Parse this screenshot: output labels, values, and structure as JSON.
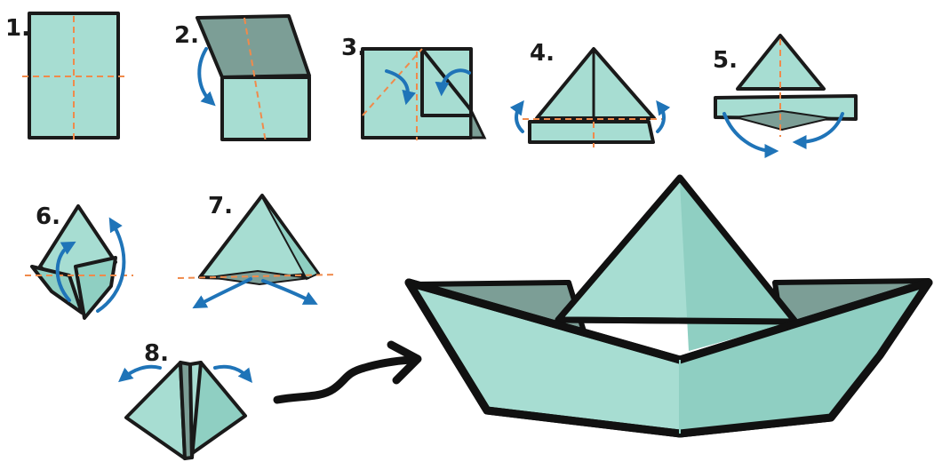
{
  "steps": [
    {
      "label": "1."
    },
    {
      "label": "2."
    },
    {
      "label": "3."
    },
    {
      "label": "4."
    },
    {
      "label": "5."
    },
    {
      "label": "6."
    },
    {
      "label": "7."
    },
    {
      "label": "8."
    }
  ],
  "colors": {
    "paper_light": "#a7ddd2",
    "paper_mid": "#8fcfc2",
    "paper_dark": "#7c9e96",
    "fold_line": "#f08a4b",
    "arrow": "#1f74b8",
    "outline": "#1a1a1a"
  }
}
